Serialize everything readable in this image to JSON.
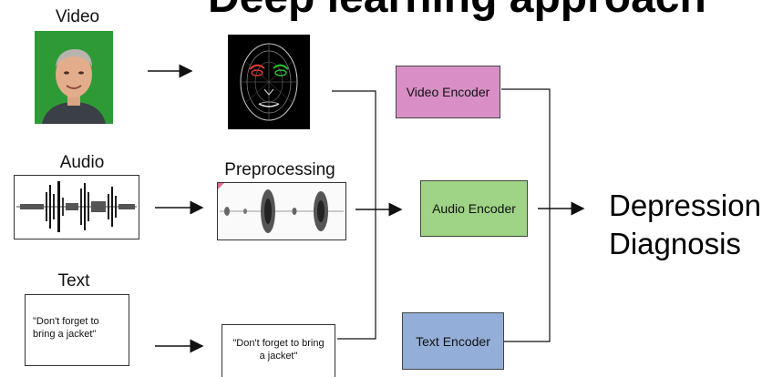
{
  "title_partial": "Deep learning approach",
  "labels": {
    "video": "Video",
    "audio": "Audio",
    "text": "Text",
    "preprocessing": "Preprocessing"
  },
  "text_input": "\"Don't forget to bring a jacket\"",
  "text_processed": "\"Don't forget to bring a jacket\"",
  "encoders": {
    "video": "Video Encoder",
    "audio": "Audio Encoder",
    "text": "Text Encoder"
  },
  "outcome": [
    "Depression",
    "Diagnosis"
  ],
  "colors": {
    "video_encoder": "#d98fc6",
    "audio_encoder": "#9fd486",
    "text_encoder": "#93aed8",
    "face_bg": "#2f8f2f",
    "mesh_bg": "#000000"
  }
}
